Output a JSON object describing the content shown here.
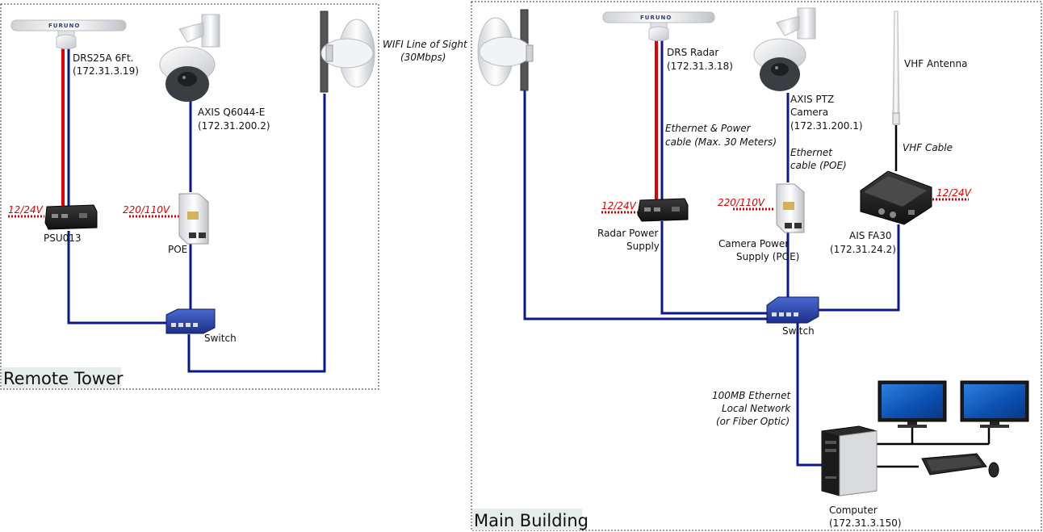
{
  "remote_tower": {
    "title": "Remote Tower",
    "radar_label": "DRS25A 6Ft.",
    "radar_ip": "(172.31.3.19)",
    "camera_label": "AXIS Q6044-E",
    "camera_ip": "(172.31.200.2)",
    "wifi_line1": "WIFI Line of Sight",
    "wifi_line2": "(30Mbps)",
    "psu_voltage": "12/24V",
    "psu_label": "PSU013",
    "poe_voltage": "220/110V",
    "poe_label": "POE",
    "switch_label": "Switch"
  },
  "main_building": {
    "title": "Main Building",
    "radar_label": "DRS Radar",
    "radar_ip": "(172.31.3.18)",
    "cable_line1": "Ethernet & Power",
    "cable_line2": "cable (Max. 30 Meters)",
    "camera_line1": "AXIS PTZ",
    "camera_line2": "Camera",
    "camera_ip": "(172.31.200.1)",
    "poe_cable_line1": "Ethernet",
    "poe_cable_line2": "cable (POE)",
    "vhf_antenna_label": "VHF Antenna",
    "vhf_cable_label": "VHF Cable",
    "radar_psu_voltage": "12/24V",
    "radar_psu_line1": "Radar Power",
    "radar_psu_line2": "Supply",
    "camera_psu_voltage": "220/110V",
    "camera_psu_line1": "Camera Power",
    "camera_psu_line2": "Supply (POE)",
    "ais_voltage": "12/24V",
    "ais_label": "AIS FA30",
    "ais_ip": "(172.31.24.2)",
    "switch_label": "Switch",
    "lan_line1": "100MB Ethernet",
    "lan_line2": "Local Network",
    "lan_line3": "(or Fiber Optic)",
    "computer_label": "Computer",
    "computer_ip": "(172.31.3.150)"
  },
  "brand_text": "FURUNO"
}
